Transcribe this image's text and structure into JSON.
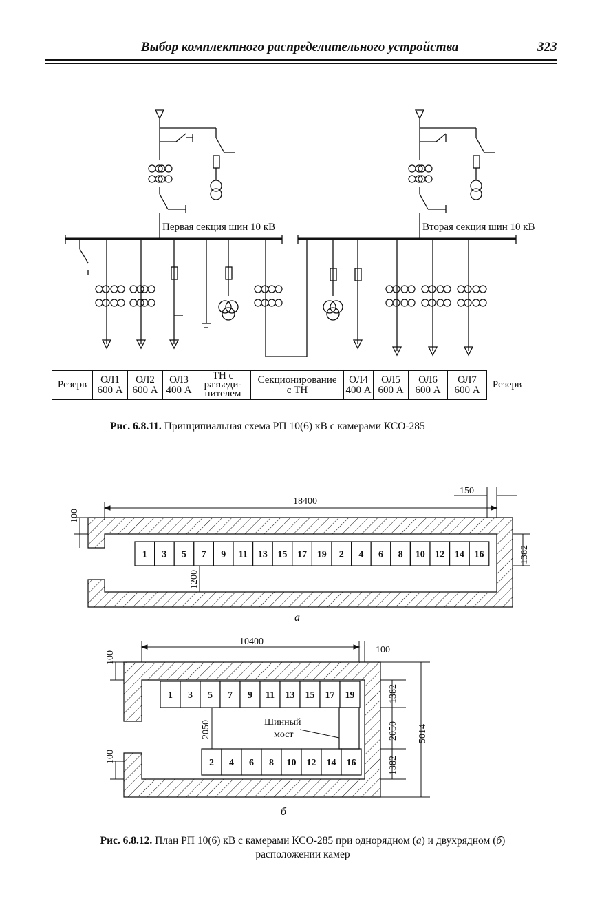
{
  "header": {
    "title": "Выбор комплектного распределительного устройства",
    "page": "323"
  },
  "schema": {
    "bus1_label": "Первая секция шин 10 кВ",
    "bus2_label": "Вторая секция шин 10 кВ",
    "cells": [
      [
        "Резерв"
      ],
      [
        "ОЛ1",
        "600 А"
      ],
      [
        "ОЛ2",
        "600 А"
      ],
      [
        "ОЛ3",
        "400 А"
      ],
      [
        "ТН с",
        "разъеди-",
        "нителем"
      ],
      [
        "Секционирование",
        "с ТН"
      ],
      [
        "ОЛ4",
        "400 А"
      ],
      [
        "ОЛ5",
        "600 А"
      ],
      [
        "ОЛ6",
        "600 А"
      ],
      [
        "ОЛ7",
        "600 А"
      ],
      [
        "Резерв"
      ]
    ]
  },
  "fig1_caption": {
    "num": "Рис. 6.8.11.",
    "text": "Принципиальная схема РП 10(6) кВ с камерами КСО-285"
  },
  "plan_a": {
    "dims": {
      "length": "18400",
      "gap": "150",
      "wall": "100",
      "depth": "1382",
      "aisle": "1200"
    },
    "cells": [
      "1",
      "3",
      "5",
      "7",
      "9",
      "11",
      "13",
      "15",
      "17",
      "19",
      "2",
      "4",
      "6",
      "8",
      "10",
      "12",
      "14",
      "16"
    ],
    "label": "а"
  },
  "plan_b": {
    "dims": {
      "length": "10400",
      "gap": "100",
      "wall_top": "100",
      "wall_bot": "100",
      "depth_top": "1382",
      "aisle": "2050",
      "aisle_right": "2050",
      "depth_bot": "1382",
      "total": "5014"
    },
    "row_top": [
      "1",
      "3",
      "5",
      "7",
      "9",
      "11",
      "13",
      "15",
      "17",
      "19"
    ],
    "row_bottom": [
      "2",
      "4",
      "6",
      "8",
      "10",
      "12",
      "14",
      "16"
    ],
    "bridge_label_1": "Шинный",
    "bridge_label_2": "мост",
    "label": "б"
  },
  "fig2_caption": {
    "num": "Рис. 6.8.12.",
    "text_1": "План РП 10(6) кВ с камерами КСО-285 при однорядном (",
    "a": "а",
    "text_2": ") и двухрядном (",
    "b": "б",
    "text_3": ")",
    "line2": "расположении камер"
  }
}
